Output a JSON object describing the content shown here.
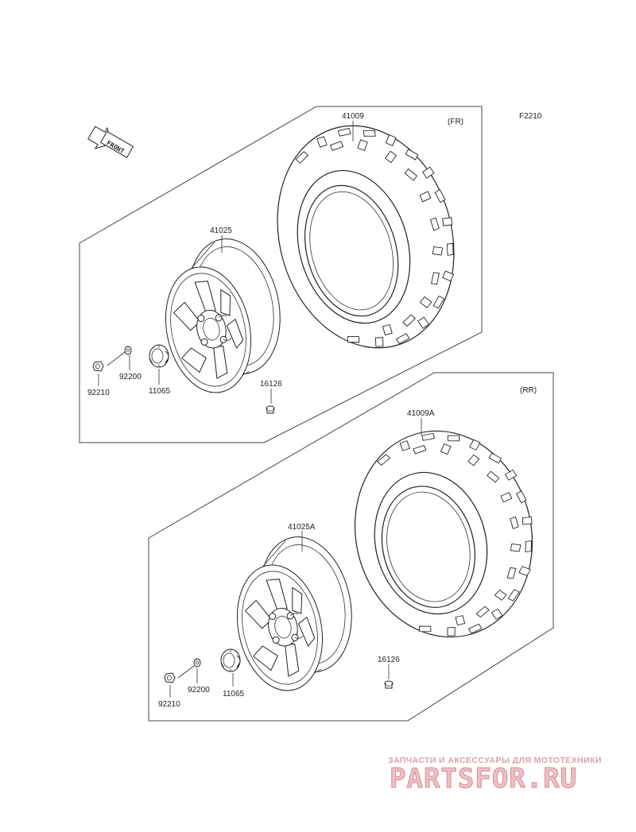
{
  "figure_code": "F2210",
  "front_arrow_text": "FRONT",
  "sections": [
    {
      "tag": "(FR)",
      "parts": {
        "tire": "41009",
        "wheel": "41025",
        "nut": "11065",
        "washer": "92200",
        "cap_nut": "92210",
        "valve": "16126"
      }
    },
    {
      "tag": "(RR)",
      "parts": {
        "tire": "41009A",
        "wheel": "41025A",
        "nut": "11065",
        "washer": "92200",
        "cap_nut": "92210",
        "valve": "16126"
      }
    }
  ],
  "watermark": {
    "tagline": "ЗАПЧАСТИ И АКСЕССУАРЫ ДЛЯ МОТОТЕХНИКИ",
    "brand": "PARTSFOR.RU"
  }
}
